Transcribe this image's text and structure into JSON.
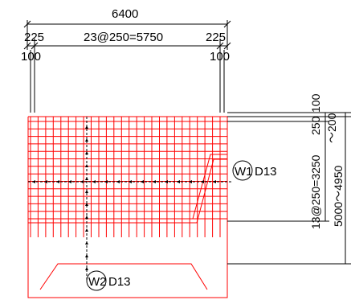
{
  "drawing": {
    "overall_width": "6400",
    "left_edge": "225",
    "right_edge": "225",
    "spacing_horizontal": "23@250=5750",
    "left_offset": "100",
    "right_offset": "100",
    "spacing_vertical": "13@250=3250",
    "top_offset_1": "100",
    "top_offset_2": "250",
    "top_offset_range": "～200",
    "height_range": "5000～4950",
    "callout_w1": {
      "label": "W1",
      "spec": "D13"
    },
    "callout_w2": {
      "label": "W2",
      "spec": "D13"
    }
  },
  "colors": {
    "rebar": "#ff0000",
    "line": "#000000",
    "background": "#ffffff"
  }
}
